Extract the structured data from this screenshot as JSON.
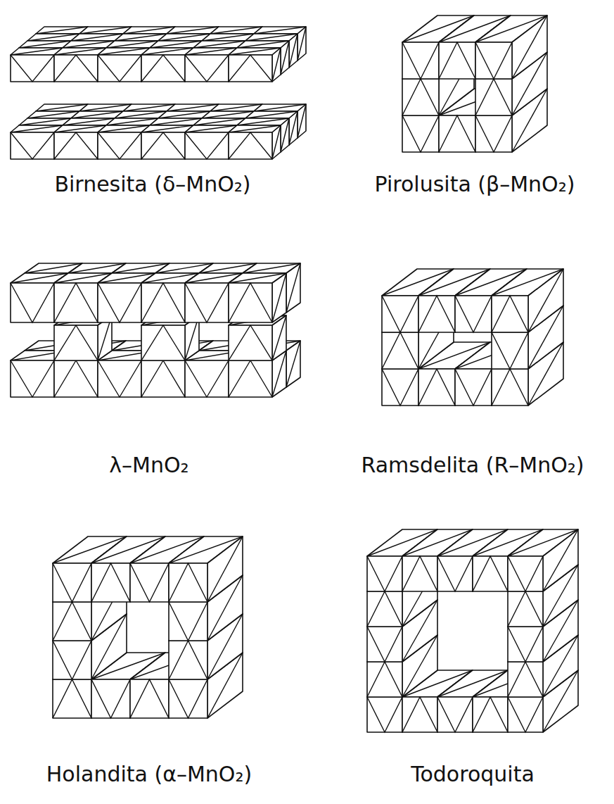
{
  "diagram": {
    "labels": [
      "Birnesita (δ–MnO₂)",
      "Pirolusita (β–MnO₂)",
      "λ–MnO₂",
      "Ramsdelita (R–MnO₂)",
      "Holandita (α–MnO₂)",
      "Todoroquita"
    ]
  }
}
